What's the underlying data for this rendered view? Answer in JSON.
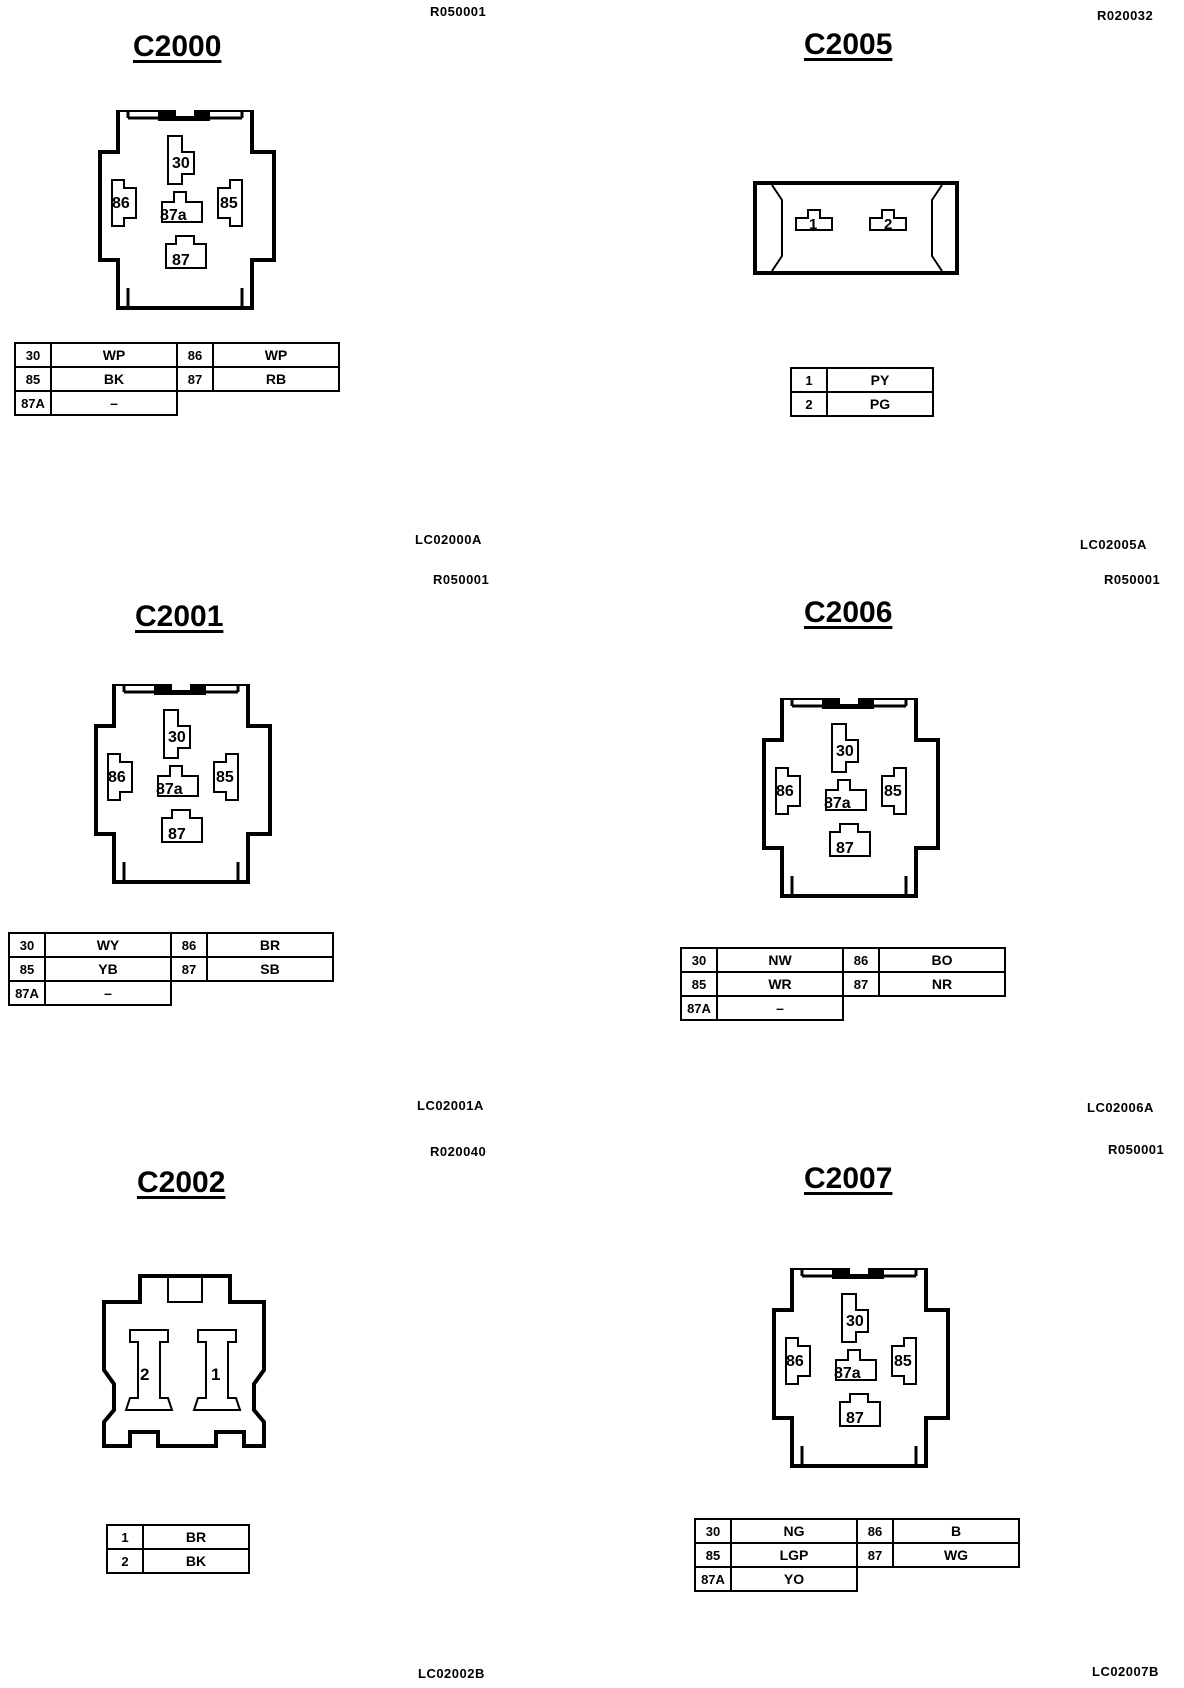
{
  "connectors": [
    {
      "id": "C2000",
      "ref_top": "R050001",
      "ref_bottom": "LC02000A",
      "pins": [
        [
          "30",
          "WP",
          "86",
          "WP"
        ],
        [
          "85",
          "BK",
          "87",
          "RB"
        ],
        [
          "87A",
          "–",
          "",
          ""
        ]
      ]
    },
    {
      "id": "C2005",
      "ref_top": "R020032",
      "ref_bottom": "LC02005A",
      "pins": [
        [
          "1",
          "PY"
        ],
        [
          "2",
          "PG"
        ]
      ]
    },
    {
      "id": "C2001",
      "ref_top": "R050001",
      "ref_bottom": "LC02001A",
      "pins": [
        [
          "30",
          "WY",
          "86",
          "BR"
        ],
        [
          "85",
          "YB",
          "87",
          "SB"
        ],
        [
          "87A",
          "–",
          "",
          ""
        ]
      ]
    },
    {
      "id": "C2006",
      "ref_top": "R050001",
      "ref_bottom": "LC02006A",
      "pins": [
        [
          "30",
          "NW",
          "86",
          "BO"
        ],
        [
          "85",
          "WR",
          "87",
          "NR"
        ],
        [
          "87A",
          "–",
          "",
          ""
        ]
      ]
    },
    {
      "id": "C2002",
      "ref_top": "R020040",
      "ref_bottom": "LC02002B",
      "pins": [
        [
          "1",
          "BR"
        ],
        [
          "2",
          "BK"
        ]
      ]
    },
    {
      "id": "C2007",
      "ref_top": "R050001",
      "ref_bottom": "LC02007B",
      "pins": [
        [
          "30",
          "NG",
          "86",
          "B"
        ],
        [
          "85",
          "LGP",
          "87",
          "WG"
        ],
        [
          "87A",
          "YO",
          "",
          ""
        ]
      ]
    }
  ],
  "relay_pin_labels": [
    "30",
    "86",
    "87a",
    "85",
    "87"
  ],
  "two_pin_labels": [
    "1",
    "2"
  ]
}
